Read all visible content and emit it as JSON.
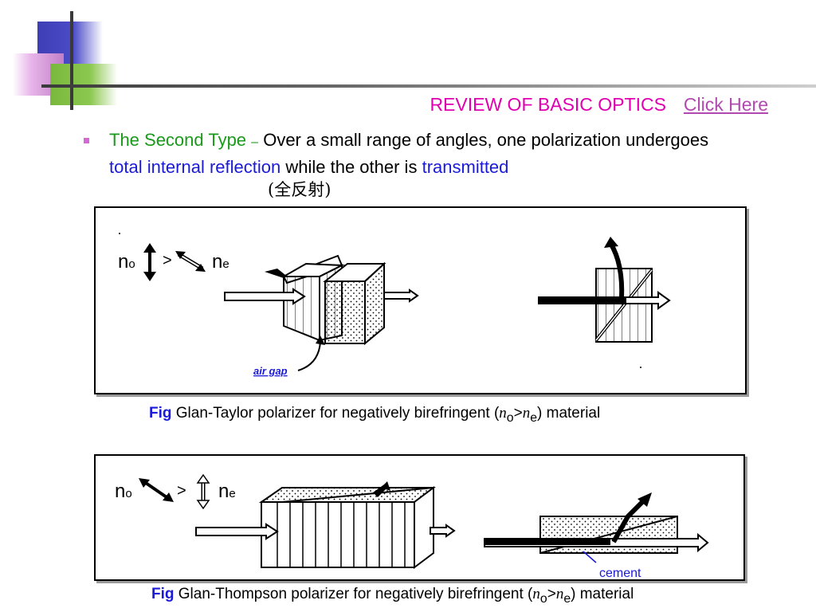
{
  "header": {
    "title": "REVIEW OF BASIC OPTICS",
    "link": "Click Here"
  },
  "bullet": {
    "lead": "The Second Type",
    "dash": "–",
    "text1": "Over a small range of angles, one polarization undergoes",
    "hl1": "total internal reflection",
    "text2": "while the other is",
    "hl2": "transmitted",
    "chinese": "(全反射)"
  },
  "fig1": {
    "label_no": "n",
    "label_no_sub": "o",
    "gt": ">",
    "label_ne": "n",
    "label_ne_sub": "e",
    "air_gap": "air gap",
    "caption": {
      "fig": "Fig",
      "text": "Glan-Taylor polarizer for negatively birefringent (",
      "no": "n",
      "no_sub": "o",
      "gt": ">",
      "ne": "n",
      "ne_sub": "e",
      "tail": ") material"
    }
  },
  "fig2": {
    "label_no": "n",
    "label_no_sub": "o",
    "gt": ">",
    "label_ne": "n",
    "label_ne_sub": "e",
    "cement": "cement",
    "caption": {
      "fig": "Fig",
      "text": "Glan-Thompson polarizer for negatively birefringent (",
      "no": "n",
      "no_sub": "o",
      "gt": ">",
      "ne": "n",
      "ne_sub": "e",
      "tail": ") material"
    }
  }
}
